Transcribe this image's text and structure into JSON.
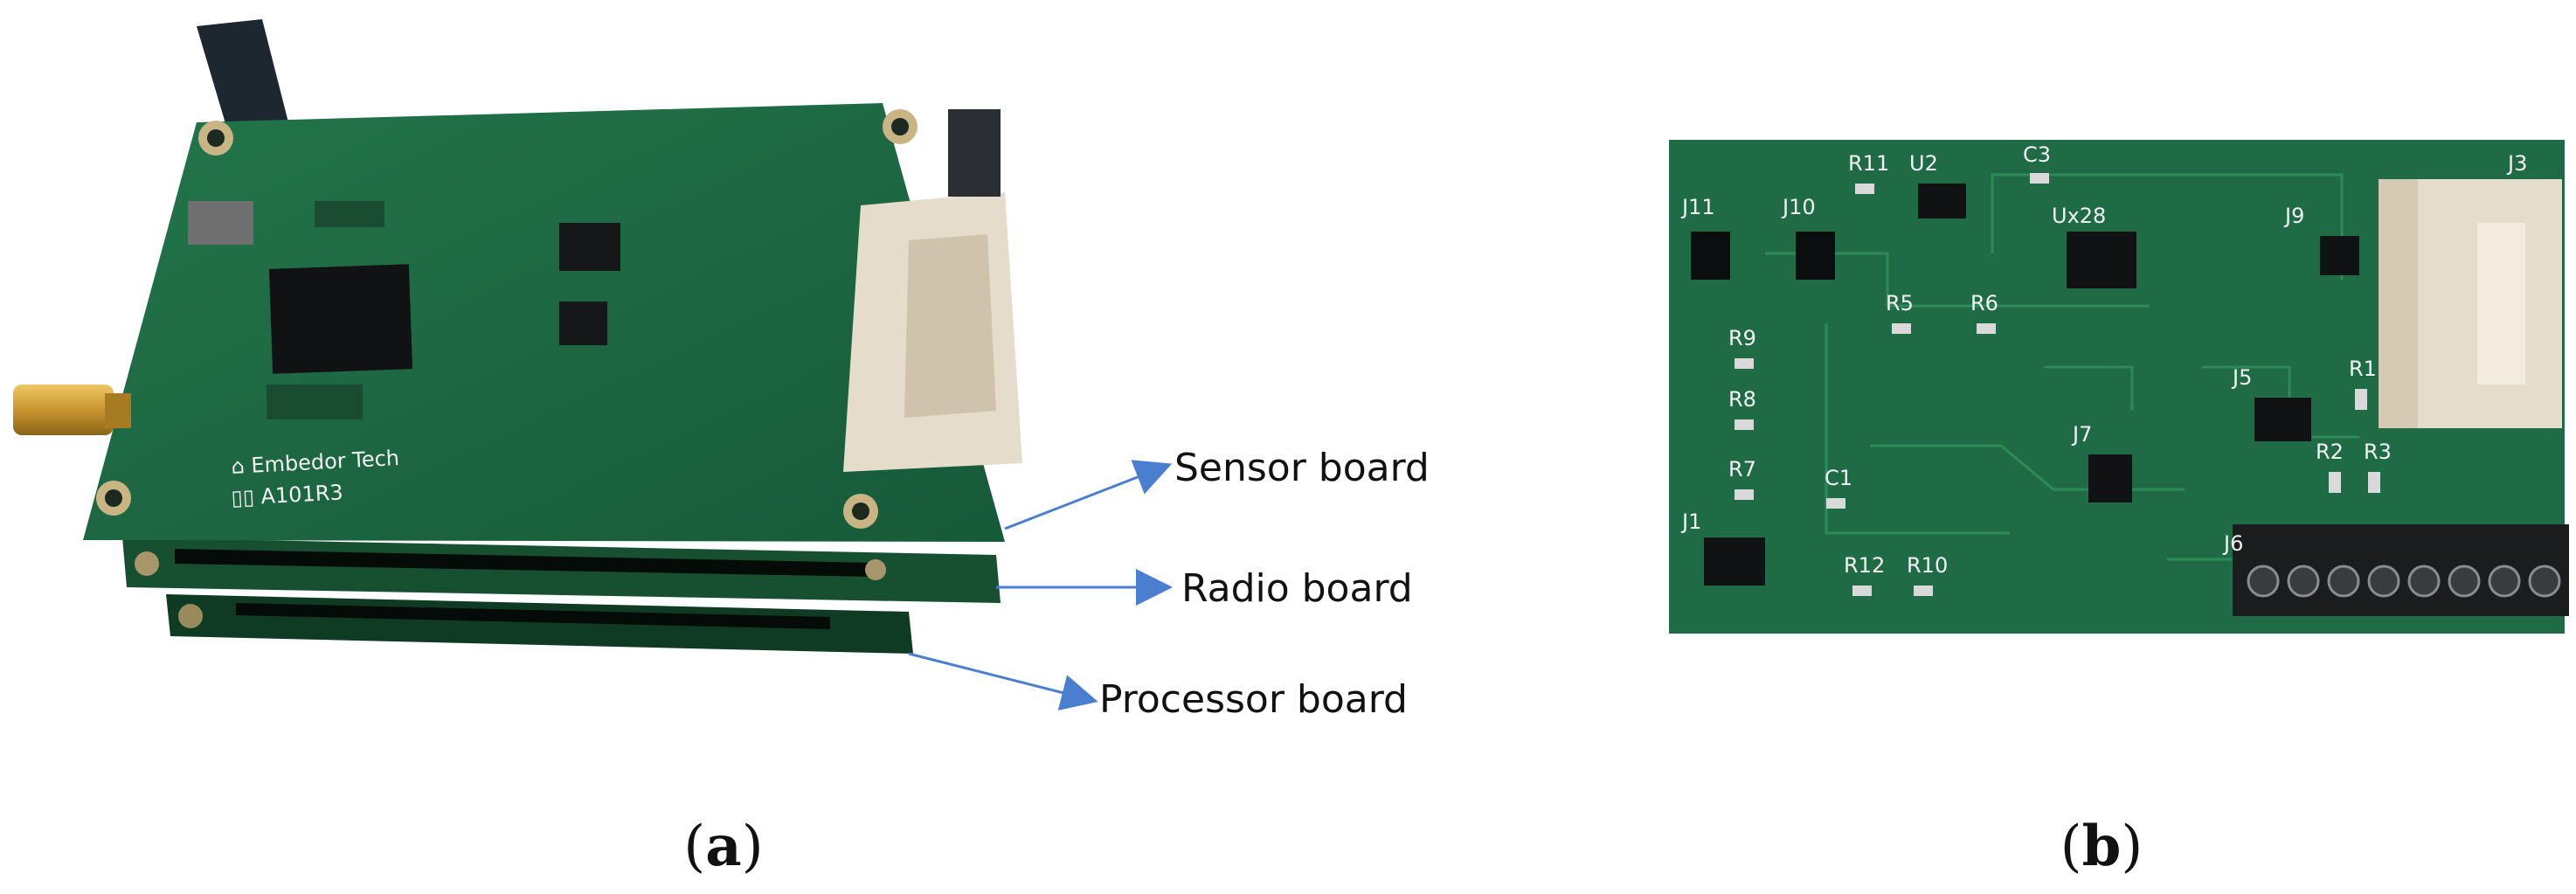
{
  "figure": {
    "panel_a": {
      "label_open": "(",
      "label_letter": "a",
      "label_close": ")",
      "callouts": [
        "Sensor board",
        "Radio board",
        "Processor board"
      ]
    },
    "panel_b": {
      "label_open": "(",
      "label_letter": "b",
      "label_close": ")",
      "silkscreen": [
        "J11",
        "J10",
        "R11",
        "U2",
        "C3",
        "Ux28",
        "J9",
        "J3",
        "R5",
        "R6",
        "R9",
        "R8",
        "R7",
        "C1",
        "J7",
        "J5",
        "R1",
        "R2",
        "R3",
        "J6",
        "J1",
        "R12",
        "R10"
      ]
    }
  },
  "colors": {
    "pcb_green": "#1f6b45",
    "pcb_dark": "#0f3b24",
    "connector_beige": "#e6dccb",
    "arrow_blue": "#4a7fd0",
    "text": "#111111"
  }
}
